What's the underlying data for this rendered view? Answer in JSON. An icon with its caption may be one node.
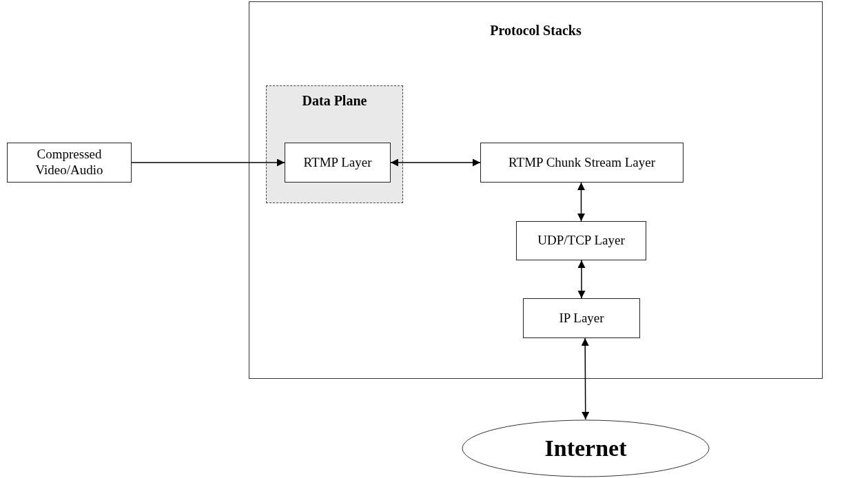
{
  "diagram": {
    "nodes": [
      {
        "text": [
          "Protocol Stacks"
        ]
      },
      {
        "text": [
          "Compressed Video/Audio"
        ]
      },
      {
        "text": [
          "Data Plane"
        ],
        "in": 0
      },
      {
        "text": [
          "RTMP Layer"
        ],
        "in": 2
      },
      {
        "text": [
          "RTMP Chunk Stream Layer"
        ],
        "in": 0
      },
      {
        "text": [
          "UDP/TCP Layer"
        ],
        "in": 0
      },
      {
        "text": [
          "IP Layer"
        ],
        "in": 0
      },
      {
        "text": [
          "Internet"
        ]
      }
    ],
    "edges": [
      {
        "from": 1,
        "to": 3,
        "arrow": "to"
      },
      {
        "from": 3,
        "to": 4,
        "arrow": "both"
      },
      {
        "from": 4,
        "to": 5,
        "arrow": "both"
      },
      {
        "from": 5,
        "to": 6,
        "arrow": "both"
      },
      {
        "from": 6,
        "to": 7,
        "arrow": "both"
      }
    ]
  }
}
